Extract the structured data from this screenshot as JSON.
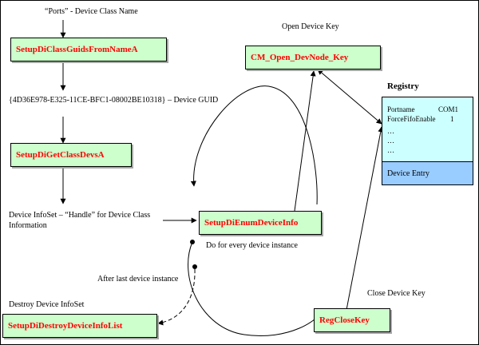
{
  "labels": {
    "ports": "“Ports”  - Device Class Name",
    "guid": "{4D36E978-E325-11CE-BFC1-08002BE10318} – Device GUID",
    "infoset": "Device InfoSet – “Handle” for Device Class Information",
    "open_key": "Open Device Key",
    "every": "Do for every device instance",
    "after_last": "After last device instance",
    "destroy": "Destroy Device InfoSet",
    "close_key": "Close Device Key"
  },
  "functions": {
    "class_guids": "SetupDiClassGuidsFromNameA",
    "get_class_devs": "SetupDiGetClassDevsA",
    "enum_info": "SetupDiEnumDeviceInfo",
    "destroy_list": "SetupDiDestroyDeviceInfoList",
    "open_devnode": "CM_Open_DevNode_Key",
    "reg_close": "RegCloseKey"
  },
  "registry": {
    "title": "Registry",
    "fields": [
      {
        "name": "Portname",
        "value": "COM1"
      },
      {
        "name": "ForceFifoEnable",
        "value": "1"
      },
      {
        "name": "…",
        "value": ""
      },
      {
        "name": "…",
        "value": ""
      },
      {
        "name": "…",
        "value": ""
      }
    ],
    "entry": "Device Entry"
  },
  "colors": {
    "function_box_fill": "#ccffcc",
    "function_text": "#ff0000",
    "registry_fill": "#ccffff",
    "device_entry_fill": "#99ccff",
    "shadow": "#a6a6a6"
  }
}
